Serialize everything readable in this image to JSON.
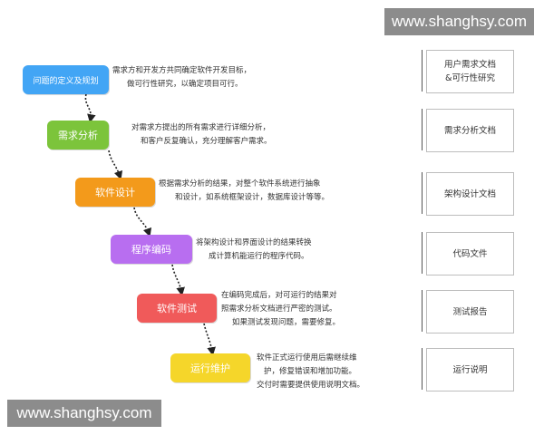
{
  "watermark": {
    "text": "www.shanghsy.com"
  },
  "stages": [
    {
      "label": "问题的定义及规划",
      "color": "#42a5f5"
    },
    {
      "label": "需求分析",
      "color": "#7cc43b"
    },
    {
      "label": "软件设计",
      "color": "#f39a1b"
    },
    {
      "label": "程序编码",
      "color": "#b86ef0"
    },
    {
      "label": "软件测试",
      "color": "#f05a5a"
    },
    {
      "label": "运行维护",
      "color": "#f5d62a"
    }
  ],
  "descriptions": [
    {
      "line1": "需求方和开发方共同确定软件开发目标，",
      "line2": "做可行性研究，以确定项目可行。",
      "line3": ""
    },
    {
      "line1": "对需求方提出的所有需求进行详细分析，",
      "line2": "和客户反复确认，充分理解客户需求。",
      "line3": ""
    },
    {
      "line1": "根据需求分析的结果，对整个软件系统进行抽象",
      "line2": "和设计，如系统框架设计，数据库设计等等。",
      "line3": ""
    },
    {
      "line1": "将架构设计和界面设计的结果转换",
      "line2": "成计算机能运行的程序代码。",
      "line3": ""
    },
    {
      "line1": "在编码完成后，对可运行的结果对",
      "line2": "照需求分析文档进行严密的测试。",
      "line3": "如果测试发现问题，需要修复。"
    },
    {
      "line1": "软件正式运行使用后需继续维",
      "line2": "护，修复错误和增加功能。",
      "line3": "交付时需要提供使用说明文档。"
    }
  ],
  "documents": [
    {
      "line1": "用户需求文档",
      "line2": "&可行性研究"
    },
    {
      "line1": "需求分析文档",
      "line2": ""
    },
    {
      "line1": "架构设计文档",
      "line2": ""
    },
    {
      "line1": "代码文件",
      "line2": ""
    },
    {
      "line1": "测试报告",
      "line2": ""
    },
    {
      "line1": "运行说明",
      "line2": ""
    }
  ]
}
